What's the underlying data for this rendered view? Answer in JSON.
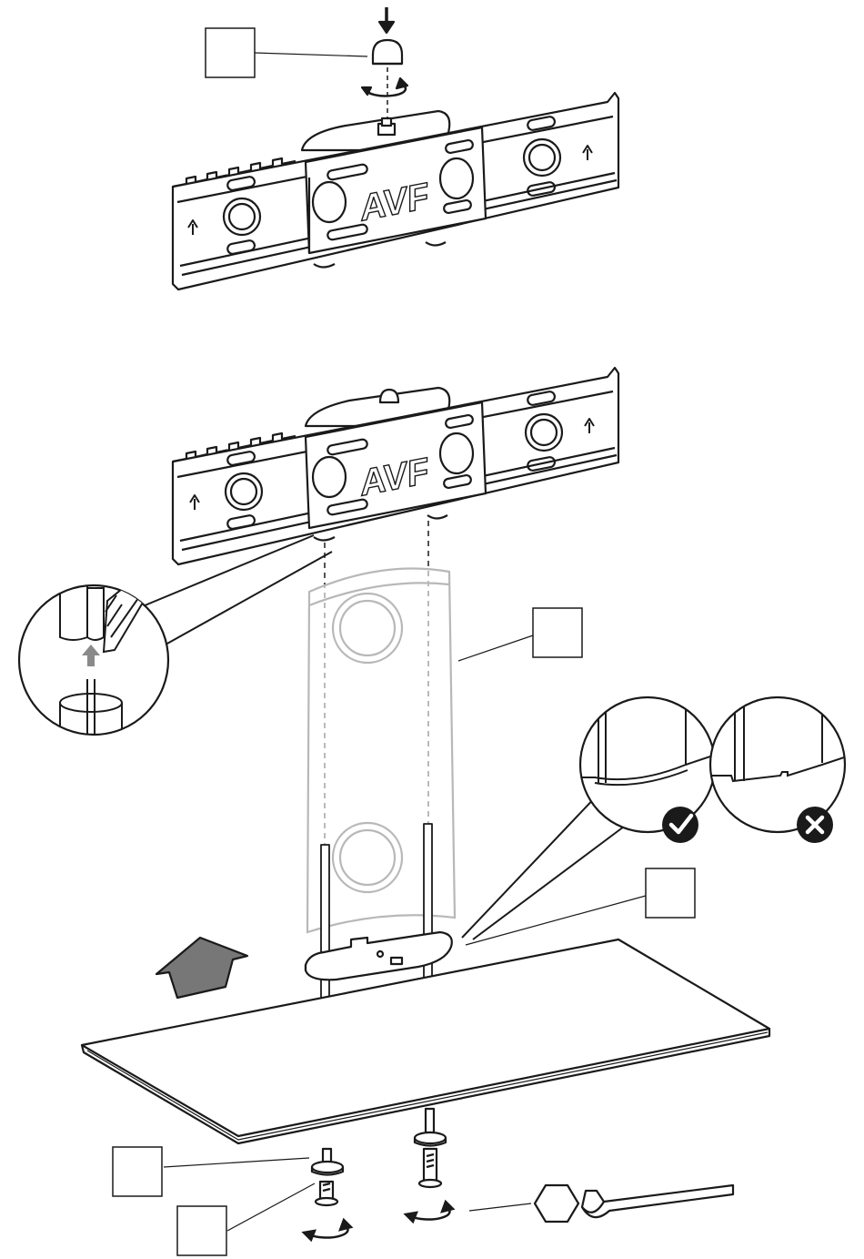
{
  "logo": {
    "text": "AVF"
  },
  "colors": {
    "ink": "#1a1a1a",
    "ghost": "#b8b8b8",
    "arrow_fill": "#777777",
    "hint_arrow": "#8a8a8a",
    "ok_badge": "#1a1a1a",
    "bad_badge": "#1a1a1a"
  },
  "icons": {
    "down_arrow": "down-arrow-icon",
    "rotate": "rotate-icon",
    "up_arrow": "up-arrow-icon",
    "check": "check-icon",
    "cross": "cross-icon",
    "hex_key": "hex-key-icon"
  },
  "callout_boxes": [
    {
      "id": "callout-box-cap"
    },
    {
      "id": "callout-box-column"
    },
    {
      "id": "callout-box-base-plate"
    },
    {
      "id": "callout-box-washer"
    },
    {
      "id": "callout-box-bolt"
    }
  ]
}
